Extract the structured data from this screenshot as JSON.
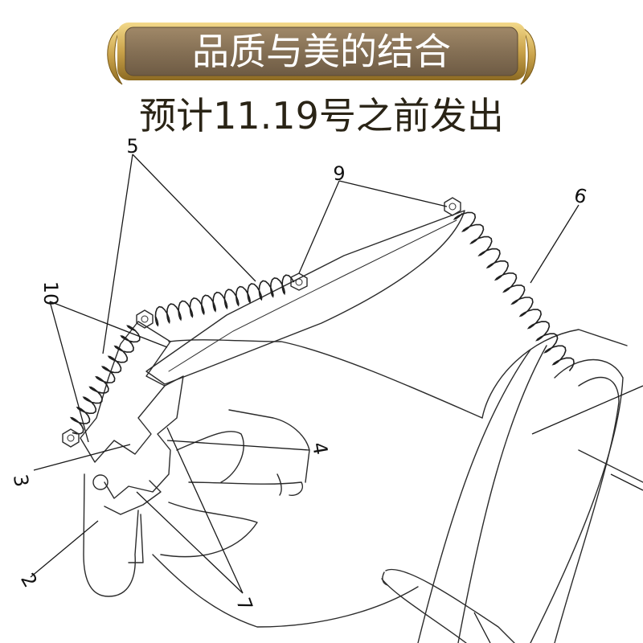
{
  "banner": {
    "title": "品质与美的结合",
    "colors": {
      "gold": "#c9a24a",
      "plate": "#8a7256",
      "text": "#ffffff"
    }
  },
  "subtitle": {
    "text": "预计11.19号之前发出",
    "color": "#2a2416"
  },
  "figure": {
    "callouts": [
      {
        "id": "c5",
        "label": "5"
      },
      {
        "id": "c9",
        "label": "9"
      },
      {
        "id": "c6",
        "label": "6"
      },
      {
        "id": "c10",
        "label": "10"
      },
      {
        "id": "c4",
        "label": "4"
      },
      {
        "id": "c3",
        "label": "3"
      },
      {
        "id": "c2",
        "label": "2"
      },
      {
        "id": "c7",
        "label": "7"
      }
    ]
  }
}
